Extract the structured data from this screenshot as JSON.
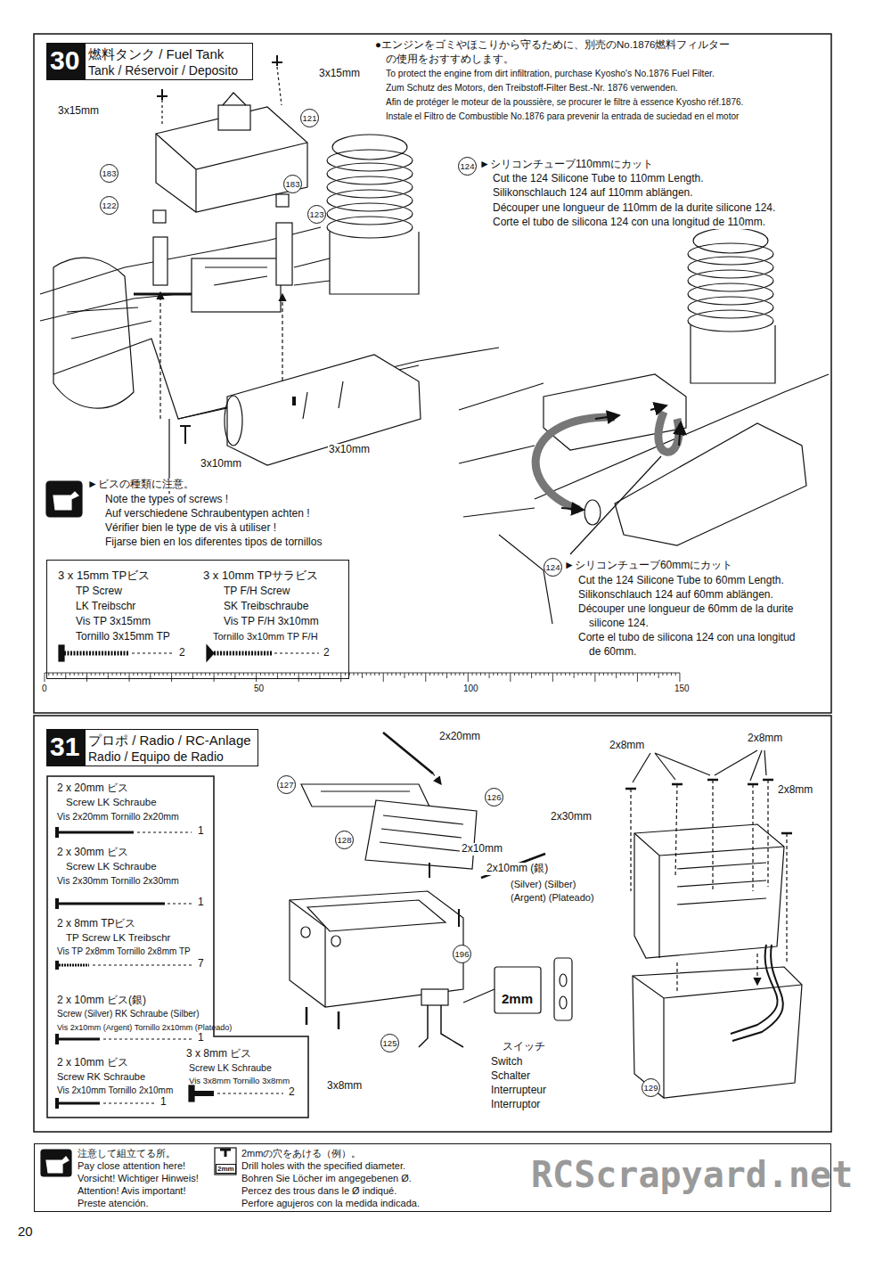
{
  "diagram": {
    "nodes": [
      {
        "text": [
          "30"
        ]
      },
      {
        "text": [
          "燃料タンク / Fuel Tank",
          "Tank / Réservoir / Deposito"
        ]
      },
      {
        "text": [
          "3 x 15mm TPビス",
          "TP Screw",
          "LK Treibschr",
          "Vis TP 3x15mm",
          "Tornillo 3x15mm TP",
          "2",
          "3 x 10mm TPサラビス",
          "TP F/H Screw",
          "SK Treibschraube",
          "Vis TP F/H 3x10mm",
          "Tornillo 3x10mm TP F/H",
          "2"
        ]
      },
      {
        "text": [
          "31"
        ]
      },
      {
        "text": [
          "プロポ / Radio / RC-Anlage",
          "Radio / Equipo de Radio"
        ]
      },
      {
        "text": [
          "2 x 20mm ビス",
          "Screw LK Schraube",
          "Vis 2x20mm Tornillo 2x20mm",
          "1",
          "2 x 30mm ビス",
          "Screw LK Schraube",
          "Vis 2x30mm Tornillo 2x30mm",
          "1",
          "2 x 8mm TPビス",
          "TP Screw LK Treibschr",
          "Vis TP 2x8mm Tornillo 2x8mm TP",
          "7",
          "2 x 10mm ビス(銀)",
          "Screw (Silver) RK Schraube (Silber)",
          "Vis 2x10mm (Argent) Tornillo 2x10mm (Plateado)",
          "1",
          "2 x 10mm ビス",
          "Screw RK Schraube",
          "Vis 2x10mm Tornillo 2x10mm",
          "1",
          "3 x 8mm ビス",
          "Screw LK Schraube",
          "Vis 3x8mm Tornillo 3x8mm",
          "2"
        ]
      },
      {
        "text": [
          "注意して組立てる所。",
          "Pay close attention here!",
          "Vorsicht! Wichtiger Hinweis!",
          "Attention! Avis important!",
          "Preste atención.",
          "2mm",
          "2mmの穴をあける（例）。",
          "Drill holes with the specified diameter.",
          "Bohren Sie Löcher im angegebenen Ø.",
          "Percez des trous dans le Ø indiqué.",
          "Perfore agujeros con la medida indicada."
        ]
      }
    ],
    "labels": [
      "●エンジンをゴミやほこりから守るために、別売のNo.1876燃料フィルター",
      "の使用をおすすめします。",
      "To protect the engine from dirt infiltration, purchase Kyosho's No.1876 Fuel Filter.",
      "Zum Schutz des Motors, den Treibstoff-Filter Best.-Nr. 1876 verwenden.",
      "Afin de protéger le moteur de la poussière, se procurer le filtre à essence Kyosho réf.1876.",
      "Instale el Filtro de Combustible No.1876 para prevenir la entrada de suciedad en el motor",
      "3x15mm",
      "3x15mm",
      "121",
      "183",
      "122",
      "183",
      "123",
      "3x10mm",
      "3x10mm",
      "124",
      "►シリコンチューブ110mmにカット",
      "Cut the 124 Silicone Tube to 110mm Length.",
      "Silikonschlauch 124 auf 110mm ablängen.",
      "Découper une longueur de 110mm de la durite silicone 124.",
      "Corte el tubo de silicona 124 con una longitud de 110mm.",
      "124",
      "►シリコンチューブ60mmにカット",
      "Cut the 124 Silicone Tube to 60mm Length.",
      "Silikonschlauch 124 auf 60mm ablängen.",
      "Découper une longueur de 60mm de la durite",
      "silicone 124.",
      "Corte el tubo de silicona 124 con una longitud",
      "de 60mm.",
      "►ビスの種類に注意。",
      "Note the types of screws !",
      "Auf verschiedene Schraubentypen achten !",
      "Vérifier bien le type de vis à utiliser !",
      "Fijarse bien en los diferentes tipos de tornillos",
      "0",
      "50",
      "100",
      "150",
      "2x20mm",
      "127",
      "126",
      "128",
      "2x30mm",
      "2x10mm",
      "2x10mm (銀)",
      "(Silver) (Silber)",
      "(Argent) (Plateado)",
      "196",
      "2mm",
      "125",
      "3x8mm",
      "スイッチ",
      "Switch",
      "Schalter",
      "Interrupteur",
      "Interruptor",
      "2x8mm",
      "2x8mm",
      "2x8mm",
      "129",
      "20",
      "RCScrapyard.net"
    ]
  }
}
